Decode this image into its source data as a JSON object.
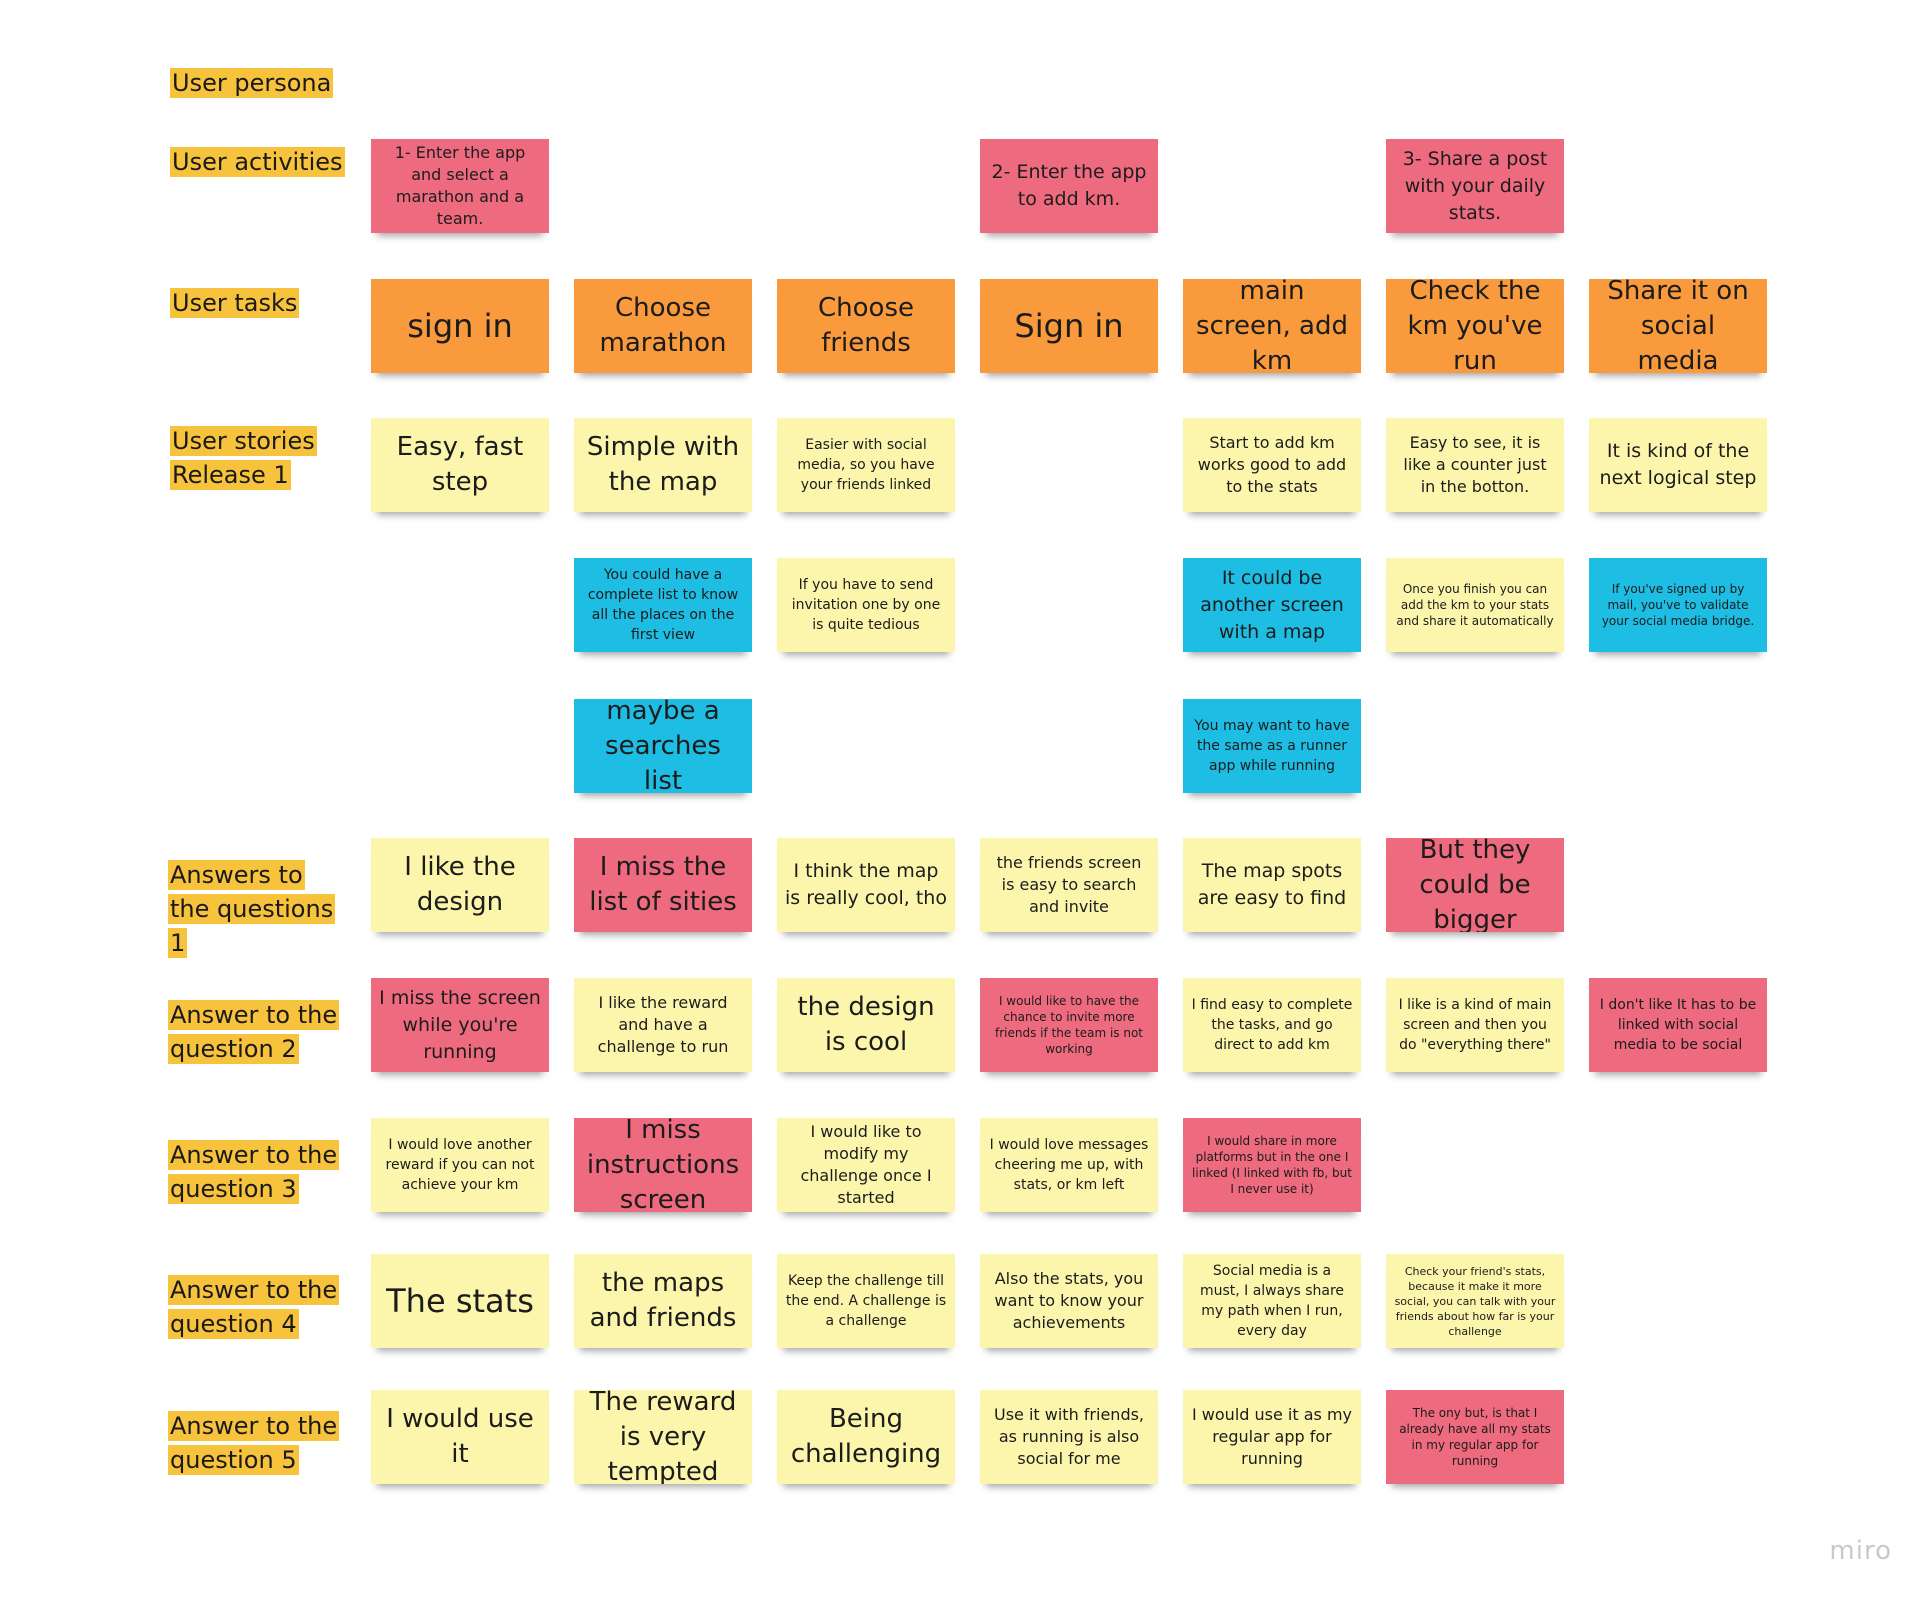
{
  "board": {
    "row_labels": [
      {
        "id": "persona",
        "text": "User persona"
      },
      {
        "id": "activities",
        "text": "User activities"
      },
      {
        "id": "tasks",
        "text": "User tasks"
      },
      {
        "id": "stories",
        "text": "User stories Release 1"
      },
      {
        "id": "q1",
        "text": "Answers to the questions 1"
      },
      {
        "id": "q2",
        "text": "Answer to the question 2"
      },
      {
        "id": "q3",
        "text": "Answer to the question 3"
      },
      {
        "id": "q4",
        "text": "Answer to the question 4"
      },
      {
        "id": "q5",
        "text": "Answer to the question 5"
      }
    ],
    "notes": [
      {
        "row": "activities",
        "col": 0,
        "color": "pink",
        "text": "1- Enter the app and select a marathon and a team."
      },
      {
        "row": "activities",
        "col": 3,
        "color": "pink",
        "text": "2- Enter the app to add km."
      },
      {
        "row": "activities",
        "col": 5,
        "color": "pink",
        "text": "3- Share a post with your daily stats."
      },
      {
        "row": "tasks",
        "col": 0,
        "color": "orange",
        "text": "sign in"
      },
      {
        "row": "tasks",
        "col": 1,
        "color": "orange",
        "text": "Choose marathon"
      },
      {
        "row": "tasks",
        "col": 2,
        "color": "orange",
        "text": "Choose friends"
      },
      {
        "row": "tasks",
        "col": 3,
        "color": "orange",
        "text": "Sign in"
      },
      {
        "row": "tasks",
        "col": 4,
        "color": "orange",
        "text": "main screen, add km"
      },
      {
        "row": "tasks",
        "col": 5,
        "color": "orange",
        "text": "Check the km you've run"
      },
      {
        "row": "tasks",
        "col": 6,
        "color": "orange",
        "text": "Share it on social media"
      },
      {
        "row": "stories",
        "col": 0,
        "color": "yellow",
        "text": "Easy, fast step"
      },
      {
        "row": "stories",
        "col": 1,
        "color": "yellow",
        "text": "Simple with the map"
      },
      {
        "row": "stories",
        "col": 2,
        "color": "yellow",
        "text": "Easier with social media, so you have your friends linked"
      },
      {
        "row": "stories",
        "col": 4,
        "color": "yellow",
        "text": "Start to add km works good to add to the stats"
      },
      {
        "row": "stories",
        "col": 5,
        "color": "yellow",
        "text": "Easy to see, it is like a counter just in the botton."
      },
      {
        "row": "stories",
        "col": 6,
        "color": "yellow",
        "text": "It is kind of the next logical step"
      },
      {
        "row": "stories2",
        "col": 1,
        "color": "blue",
        "text": "You could have a complete list to know all the places on the first view"
      },
      {
        "row": "stories2",
        "col": 2,
        "color": "yellow",
        "text": "If you have to send invitation one by one is quite tedious"
      },
      {
        "row": "stories2",
        "col": 4,
        "color": "blue",
        "text": "It could be another screen with a map"
      },
      {
        "row": "stories2",
        "col": 5,
        "color": "yellow",
        "text": "Once you finish you can add the km to your stats and share it automatically"
      },
      {
        "row": "stories2",
        "col": 6,
        "color": "blue",
        "text": "If you've signed up by mail, you've to validate your social media bridge."
      },
      {
        "row": "stories3",
        "col": 1,
        "color": "blue",
        "text": "maybe a searches list"
      },
      {
        "row": "stories3",
        "col": 4,
        "color": "blue",
        "text": "You may want to have the same as a runner app while running"
      },
      {
        "row": "q1",
        "col": 0,
        "color": "yellow",
        "text": "I like the design"
      },
      {
        "row": "q1",
        "col": 1,
        "color": "pink",
        "text": "I miss the list of sities"
      },
      {
        "row": "q1",
        "col": 2,
        "color": "yellow",
        "text": "I think the map is really cool, tho"
      },
      {
        "row": "q1",
        "col": 3,
        "color": "yellow",
        "text": "the friends screen is easy to search and invite"
      },
      {
        "row": "q1",
        "col": 4,
        "color": "yellow",
        "text": "The map spots are easy to find"
      },
      {
        "row": "q1",
        "col": 5,
        "color": "pink",
        "text": "But they could be bigger"
      },
      {
        "row": "q2",
        "col": 0,
        "color": "pink",
        "text": "I miss the screen while you're running"
      },
      {
        "row": "q2",
        "col": 1,
        "color": "yellow",
        "text": "I like the reward and have a challenge to run"
      },
      {
        "row": "q2",
        "col": 2,
        "color": "yellow",
        "text": "the design is cool"
      },
      {
        "row": "q2",
        "col": 3,
        "color": "pink",
        "text": "I would like to have the chance to invite more friends if the team is not working"
      },
      {
        "row": "q2",
        "col": 4,
        "color": "yellow",
        "text": "I find easy to complete the tasks, and go direct to add km"
      },
      {
        "row": "q2",
        "col": 5,
        "color": "yellow",
        "text": "I like is a kind of main screen and then you do \"everything there\""
      },
      {
        "row": "q2",
        "col": 6,
        "color": "pink",
        "text": "I don't like It has to be linked with social media to be social"
      },
      {
        "row": "q3",
        "col": 0,
        "color": "yellow",
        "text": "I would love another reward if you can not achieve your km"
      },
      {
        "row": "q3",
        "col": 1,
        "color": "pink",
        "text": "I miss instructions screen"
      },
      {
        "row": "q3",
        "col": 2,
        "color": "yellow",
        "text": "I would like to modify my challenge once I started"
      },
      {
        "row": "q3",
        "col": 3,
        "color": "yellow",
        "text": "I would love messages cheering me up, with stats, or km left"
      },
      {
        "row": "q3",
        "col": 4,
        "color": "pink",
        "text": "I would share in more platforms but in the one I linked (I linked with fb, but I never use it)"
      },
      {
        "row": "q4",
        "col": 0,
        "color": "yellow",
        "text": "The stats"
      },
      {
        "row": "q4",
        "col": 1,
        "color": "yellow",
        "text": "the maps and friends"
      },
      {
        "row": "q4",
        "col": 2,
        "color": "yellow",
        "text": "Keep the challenge till the end. A challenge is a challenge"
      },
      {
        "row": "q4",
        "col": 3,
        "color": "yellow",
        "text": "Also the stats, you want to know your achievements"
      },
      {
        "row": "q4",
        "col": 4,
        "color": "yellow",
        "text": "Social media is a must, I always share my path when I run, every day"
      },
      {
        "row": "q4",
        "col": 5,
        "color": "yellow",
        "text": "Check your friend's stats, because it make it more social, you can talk with your friends about how far is your challenge"
      },
      {
        "row": "q5",
        "col": 0,
        "color": "yellow",
        "text": "I would use it"
      },
      {
        "row": "q5",
        "col": 1,
        "color": "yellow",
        "text": "The reward is very tempted"
      },
      {
        "row": "q5",
        "col": 2,
        "color": "yellow",
        "text": "Being challenging"
      },
      {
        "row": "q5",
        "col": 3,
        "color": "yellow",
        "text": "Use it with friends, as running is also social for me"
      },
      {
        "row": "q5",
        "col": 4,
        "color": "yellow",
        "text": "I would use it as my regular app for running"
      },
      {
        "row": "q5",
        "col": 5,
        "color": "pink",
        "text": "The ony but, is that I already have all my stats in my regular app for running"
      }
    ]
  },
  "watermark": "miro",
  "colors": {
    "yellow": "#fcf6ac",
    "pink": "#ee6a7f",
    "orange": "#f99a3c",
    "blue": "#1ebde4",
    "label_highlight": "#f7c23c"
  }
}
